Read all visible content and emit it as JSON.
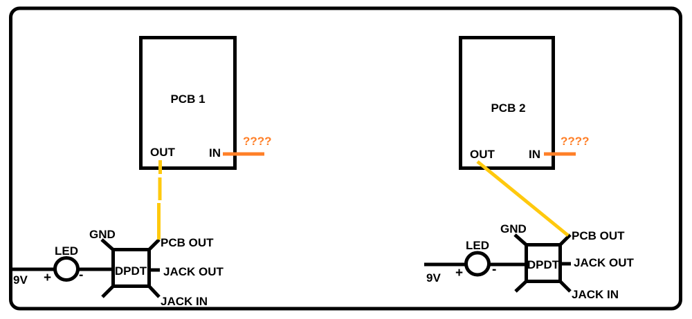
{
  "colors": {
    "line": "#000000",
    "background": "#ffffff",
    "signal_wire": "#FFC90E",
    "unknown_wire": "#FF7F27"
  },
  "circuits": [
    {
      "pcb": {
        "title": "PCB 1",
        "out_pin": "OUT",
        "in_pin": "IN",
        "unknown_marks": "????"
      },
      "switch": {
        "label": "DPDT",
        "gnd": "GND",
        "pcb_out": "PCB OUT",
        "jack_out": "JACK OUT",
        "jack_in": "JACK IN"
      },
      "power": {
        "battery": "9V",
        "led": "LED",
        "plus": "+",
        "minus": "-"
      }
    },
    {
      "pcb": {
        "title": "PCB 2",
        "out_pin": "OUT",
        "in_pin": "IN",
        "unknown_marks": "????"
      },
      "switch": {
        "label": "DPDT",
        "gnd": "GND",
        "pcb_out": "PCB OUT",
        "jack_out": "JACK OUT",
        "jack_in": "JACK IN"
      },
      "power": {
        "battery": "9V",
        "led": "LED",
        "plus": "+",
        "minus": "-"
      }
    }
  ]
}
